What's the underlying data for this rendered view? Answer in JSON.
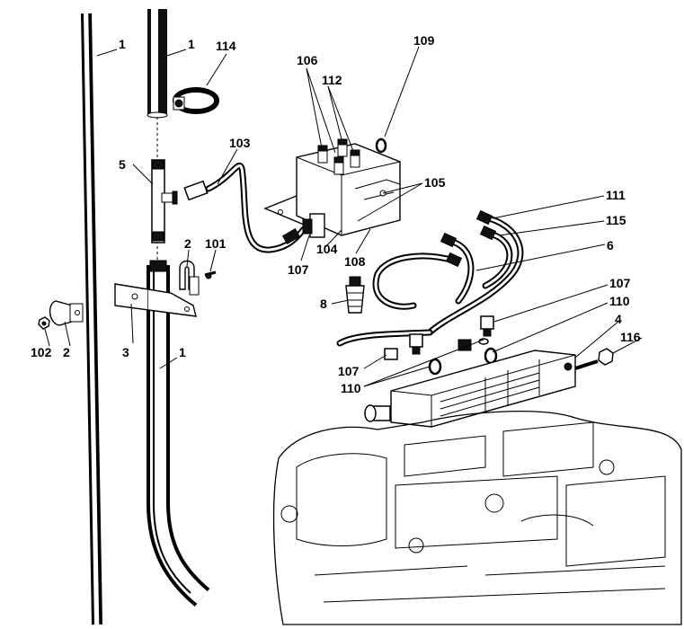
{
  "callouts": {
    "c1a": "1",
    "c1b": "1",
    "c1c": "1",
    "c114": "114",
    "c109": "109",
    "c106": "106",
    "c112": "112",
    "c103": "103",
    "c5": "5",
    "c105": "105",
    "c2a": "2",
    "c101": "101",
    "c107a": "107",
    "c104": "104",
    "c108": "108",
    "c111": "111",
    "c115": "115",
    "c6": "6",
    "c107b": "107",
    "c110a": "110",
    "c4": "4",
    "c116": "116",
    "c8": "8",
    "c102": "102",
    "c2b": "2",
    "c3": "3",
    "c107c": "107",
    "c110b": "110"
  }
}
